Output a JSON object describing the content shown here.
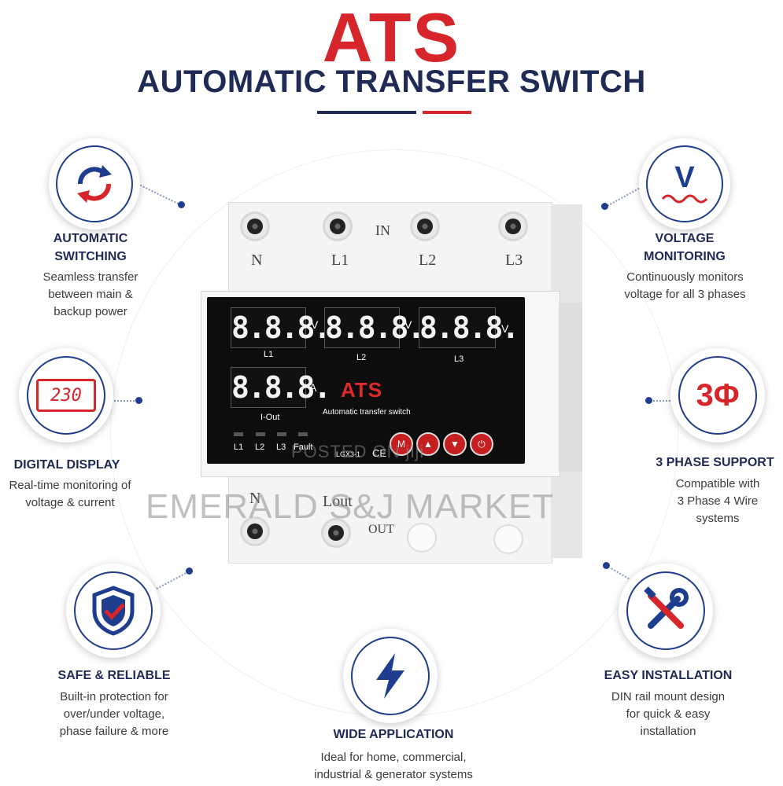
{
  "header": {
    "title": "ATS",
    "subtitle": "AUTOMATIC TRANSFER SWITCH"
  },
  "colors": {
    "brand_red": "#d7262b",
    "brand_navy": "#1f2a55",
    "icon_blue": "#1f3d8f"
  },
  "features": [
    {
      "icon": "switching-arrows-icon",
      "title_line1": "AUTOMATIC",
      "title_line2": "SWITCHING",
      "desc_lines": [
        "Seamless transfer",
        "between main &",
        "backup power"
      ]
    },
    {
      "icon": "voltage-wave-icon",
      "icon_text": "V",
      "title_line1": "VOLTAGE",
      "title_line2": "MONITORING",
      "desc_lines": [
        "Continuously monitors",
        "voltage for all 3 phases"
      ]
    },
    {
      "icon": "digital-display-icon",
      "icon_text": "230",
      "title_line1": "DIGITAL DISPLAY",
      "desc_lines": [
        "Real-time monitoring of",
        "voltage & current"
      ]
    },
    {
      "icon": "three-phase-icon",
      "icon_text": "3Φ",
      "title_line1": "3 PHASE SUPPORT",
      "desc_lines": [
        "Compatible with",
        "3 Phase 4 Wire",
        "systems"
      ]
    },
    {
      "icon": "shield-check-icon",
      "title_line1": "SAFE & RELIABLE",
      "desc_lines": [
        "Built-in protection for",
        "over/under voltage,",
        "phase failure & more"
      ]
    },
    {
      "icon": "lightning-bolt-icon",
      "title_line1": "WIDE APPLICATION",
      "desc_lines": [
        "Ideal for home, commercial,",
        "industrial & generator systems"
      ]
    },
    {
      "icon": "tools-icon",
      "title_line1": "EASY INSTALLATION",
      "desc_lines": [
        "DIN rail mount design",
        "for quick & easy",
        "installation"
      ]
    }
  ],
  "device": {
    "in_label": "IN",
    "out_label": "OUT",
    "top_terminals": [
      "N",
      "L1",
      "L2",
      "L3"
    ],
    "bottom_terminals": [
      "N",
      "Lout"
    ],
    "displays": [
      {
        "digits": "8.8.8.",
        "unit": "V",
        "label": "L1"
      },
      {
        "digits": "8.8.8.",
        "unit": "V",
        "label": "L2"
      },
      {
        "digits": "8.8.8.",
        "unit": "V",
        "label": "L3"
      },
      {
        "digits": "8.8.8.",
        "unit": "A",
        "label": "I-Out"
      }
    ],
    "brand": "ATS",
    "brand_sub": "Automatic transfer switch",
    "leds": [
      "L1",
      "L2",
      "L3",
      "Fault"
    ],
    "model": "LGX3-1",
    "ce": "CE",
    "buttons": [
      "M",
      "▲",
      "▼",
      "⏻"
    ]
  },
  "watermark": {
    "line1": "POSTED ON jiji",
    "line2": "EMERALD S&J MARKET"
  }
}
